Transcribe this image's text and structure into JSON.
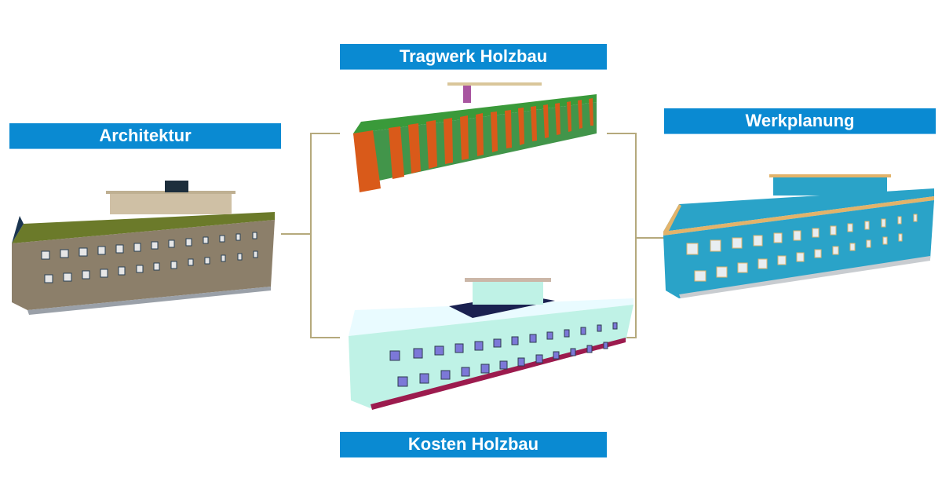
{
  "diagram": {
    "nodes": [
      {
        "id": "architektur",
        "label": "Architektur",
        "model_color": "#8c7f6a",
        "roof_color": "#6b7a2a"
      },
      {
        "id": "tragwerk",
        "label": "Tragwerk Holzbau",
        "model_color": "#d95a1a",
        "roof_color": "#3a9a3a"
      },
      {
        "id": "kosten",
        "label": "Kosten Holzbau",
        "model_color": "#bff2e6",
        "roof_color": "#1a2150"
      },
      {
        "id": "werkplanung",
        "label": "Werkplanung",
        "model_color": "#2aa3c8",
        "roof_color": "#2aa3c8"
      }
    ],
    "edges": [
      {
        "from": "architektur",
        "to": "tragwerk"
      },
      {
        "from": "architektur",
        "to": "kosten"
      },
      {
        "from": "tragwerk",
        "to": "werkplanung"
      },
      {
        "from": "kosten",
        "to": "werkplanung"
      }
    ],
    "label_color": "#0a8ad2",
    "connector_color": "#b5a97c"
  }
}
